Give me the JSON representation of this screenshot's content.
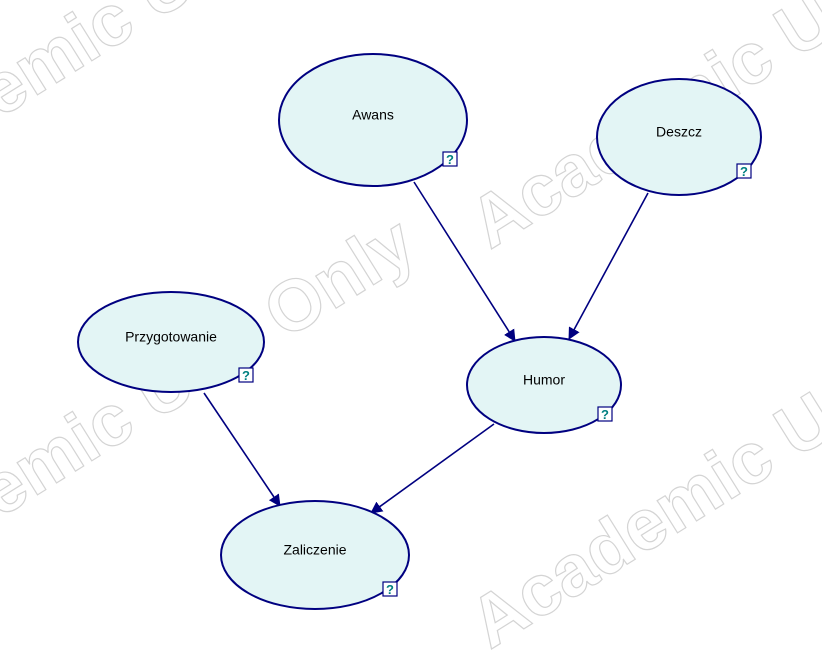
{
  "watermark": "Academic Use Only",
  "colors": {
    "node_fill": "#e3f5f5",
    "node_stroke": "#000080",
    "badge": "#008080"
  },
  "nodes": [
    {
      "id": "awans",
      "label": "Awans",
      "badge": "?"
    },
    {
      "id": "deszcz",
      "label": "Deszcz",
      "badge": "?"
    },
    {
      "id": "przygotowanie",
      "label": "Przygotowanie",
      "badge": "?"
    },
    {
      "id": "humor",
      "label": "Humor",
      "badge": "?"
    },
    {
      "id": "zaliczenie",
      "label": "Zaliczenie",
      "badge": "?"
    }
  ],
  "edges": [
    {
      "from": "awans",
      "to": "humor"
    },
    {
      "from": "deszcz",
      "to": "humor"
    },
    {
      "from": "przygotowanie",
      "to": "zaliczenie"
    },
    {
      "from": "humor",
      "to": "zaliczenie"
    }
  ]
}
